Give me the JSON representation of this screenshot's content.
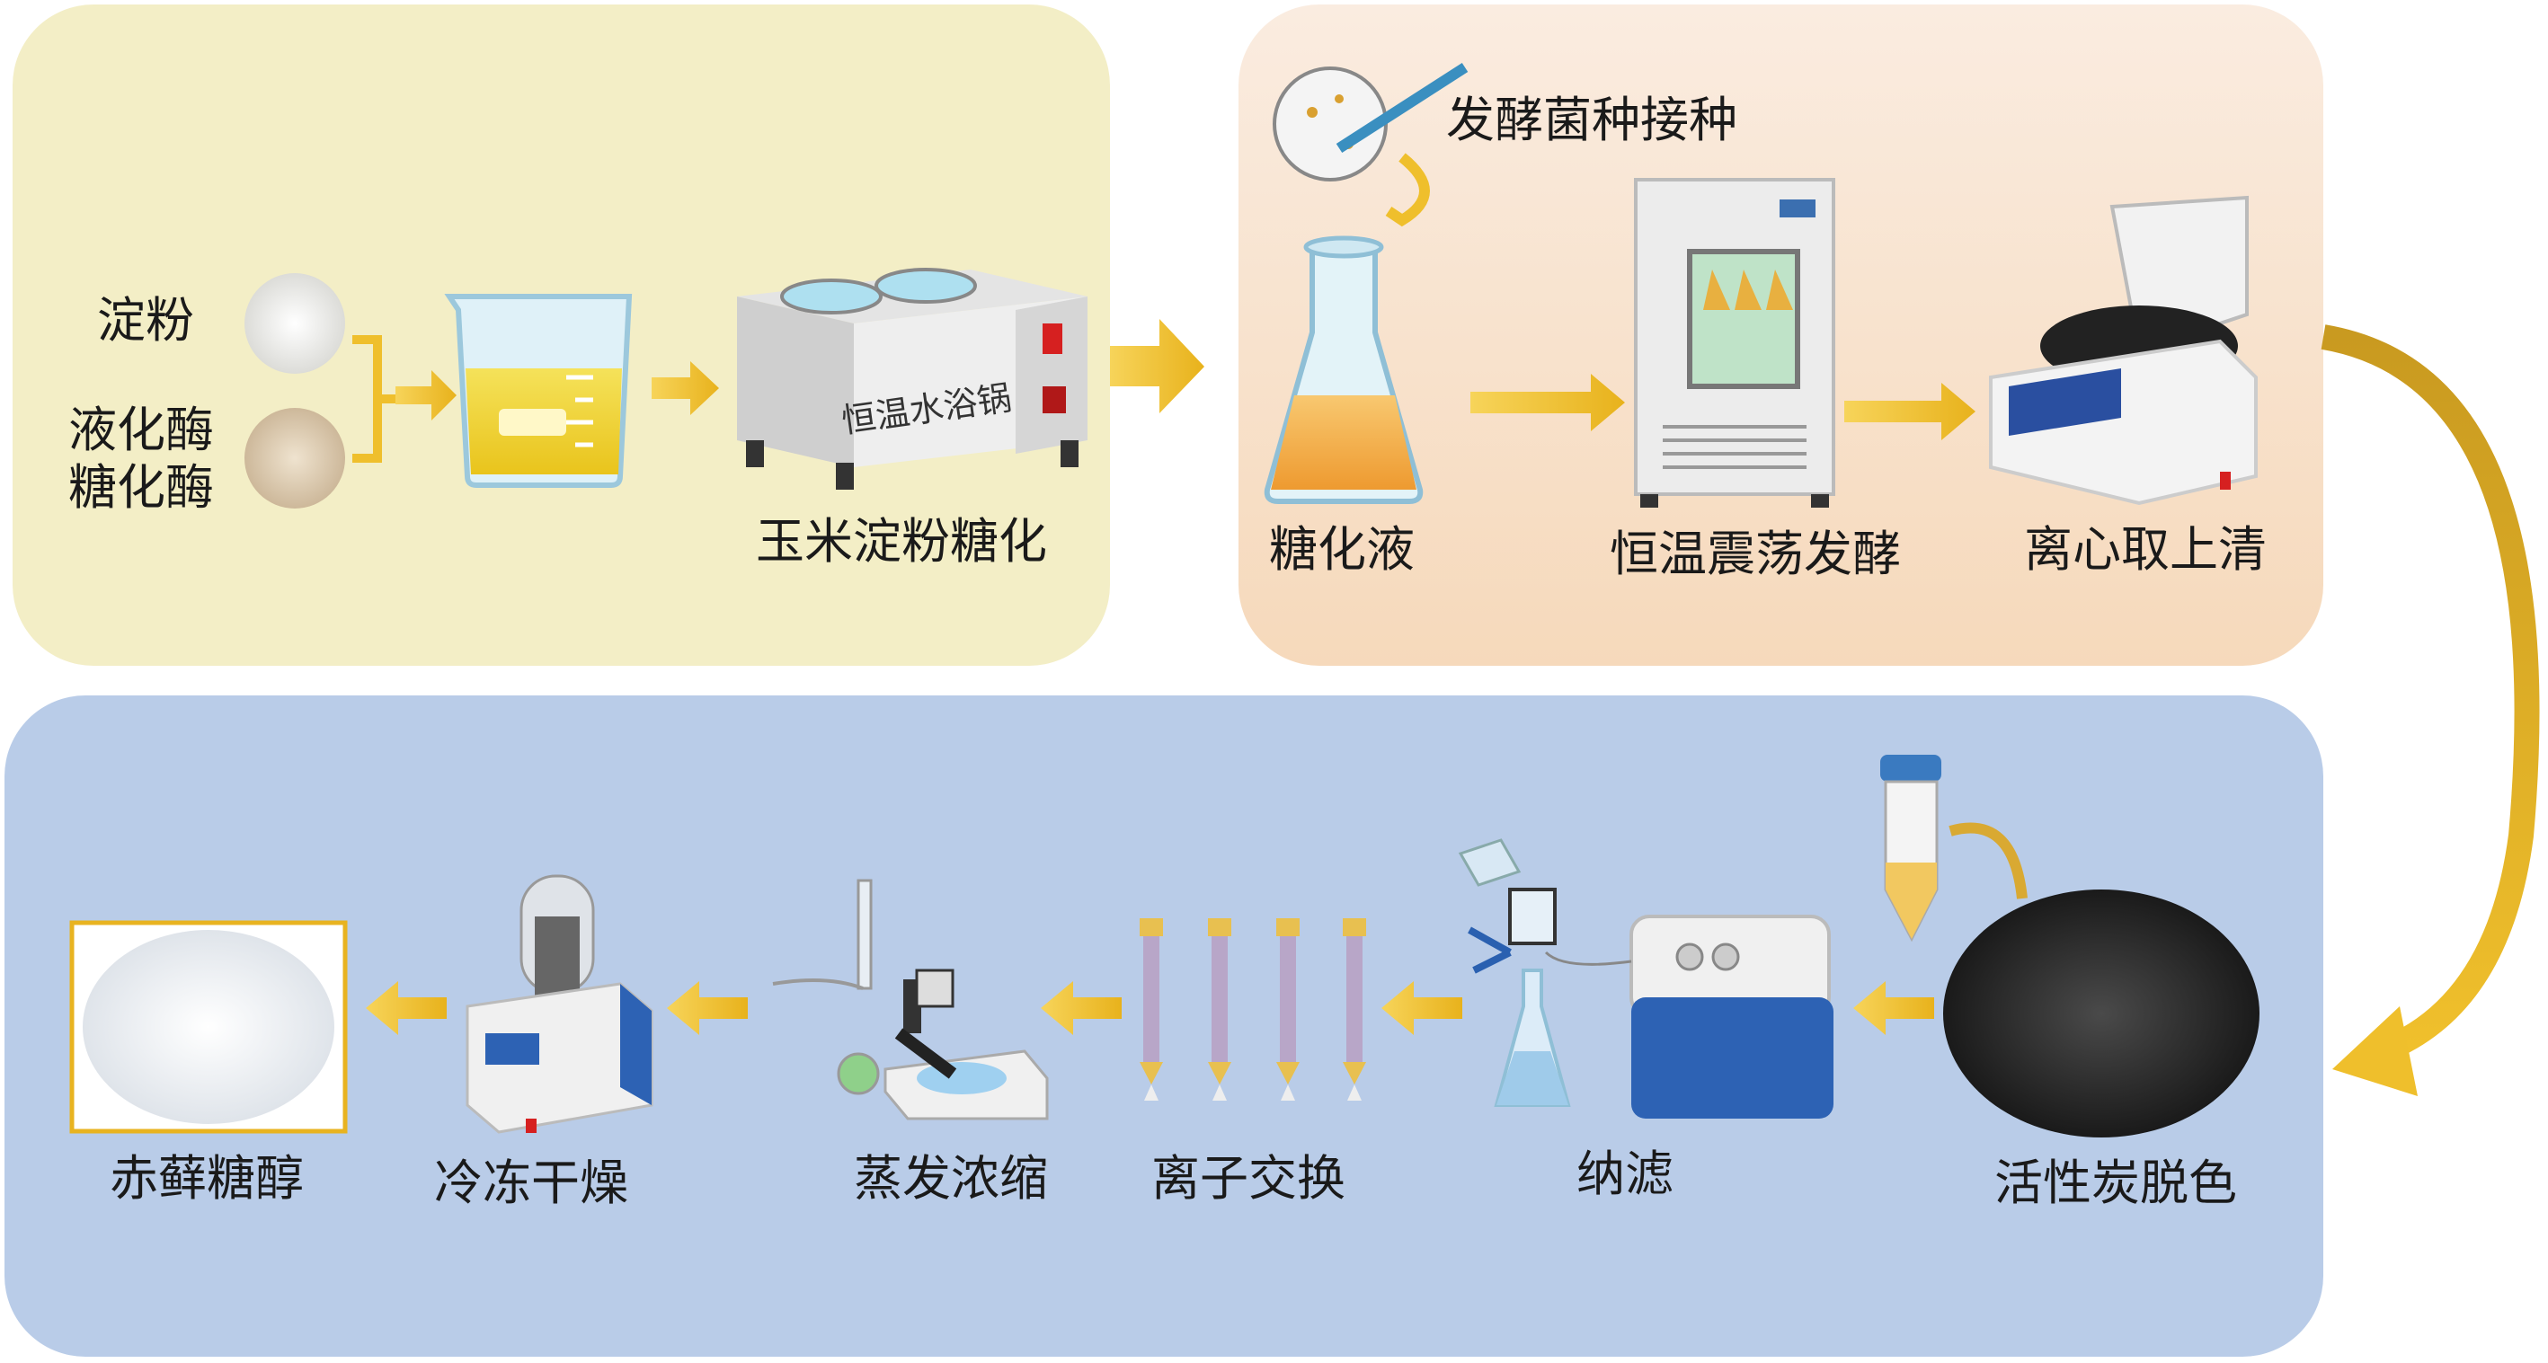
{
  "title": "赤藓糖醇制备工艺流程",
  "colors": {
    "panel_saccharification": "#f3eec6",
    "panel_fermentation": "#f8dfc6",
    "panel_purification": "#b9cce8",
    "arrow": "#efbf2c"
  },
  "stage1": {
    "starch": "淀粉",
    "liquefying_enzyme": "液化酶",
    "saccharifying_enzyme": "糖化酶",
    "water_bath_label": "恒温水浴锅",
    "step": "玉米淀粉糖化"
  },
  "stage2": {
    "inoculation": "发酵菌种接种",
    "sugar_solution": "糖化液",
    "shaking_fermentation": "恒温震荡发酵",
    "centrifuge": "离心取上清"
  },
  "stage3": {
    "decolorization": "活性炭脱色",
    "nanofiltration": "纳滤",
    "ion_exchange": "离子交换",
    "evaporation": "蒸发浓缩",
    "freeze_drying": "冷冻干燥",
    "product": "赤藓糖醇"
  }
}
